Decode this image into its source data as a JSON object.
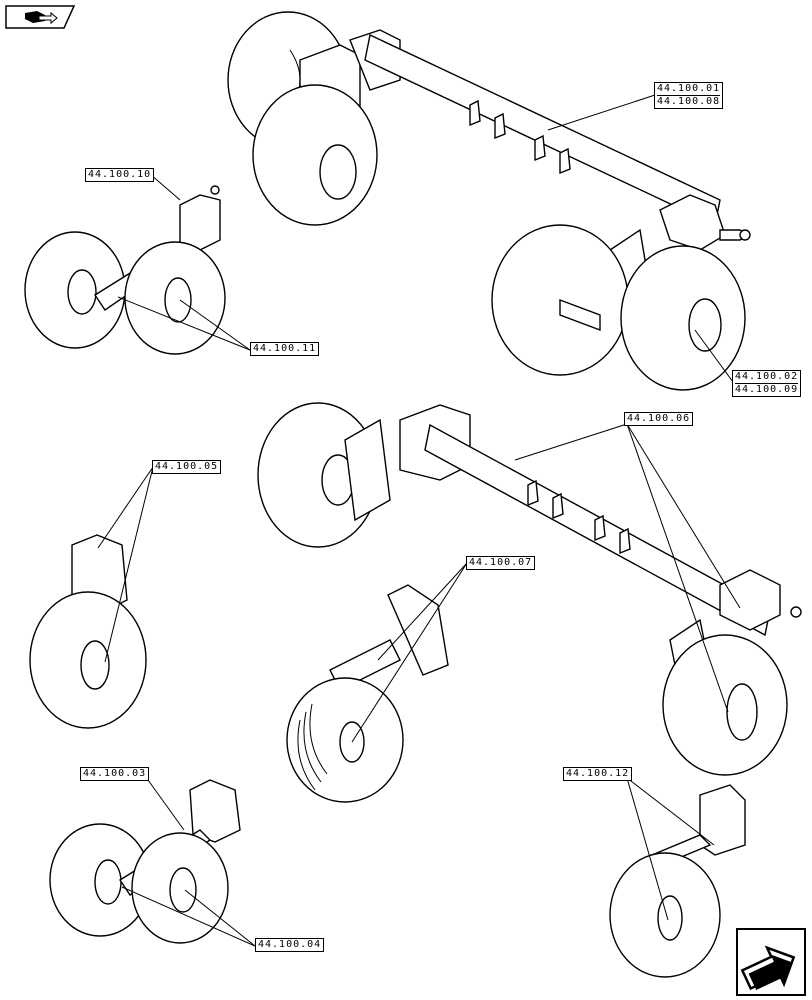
{
  "callouts": {
    "c_01_08": [
      "44.100.01",
      "44.100.08"
    ],
    "c_10": "44.100.10",
    "c_11": "44.100.11",
    "c_02_09": [
      "44.100.02",
      "44.100.09"
    ],
    "c_06": "44.100.06",
    "c_05": "44.100.05",
    "c_07": "44.100.07",
    "c_03": "44.100.03",
    "c_12": "44.100.12",
    "c_04": "44.100.04"
  },
  "icons": {
    "top_left": "book-arrow-icon",
    "bottom_right": "next-page-arrow-icon"
  }
}
